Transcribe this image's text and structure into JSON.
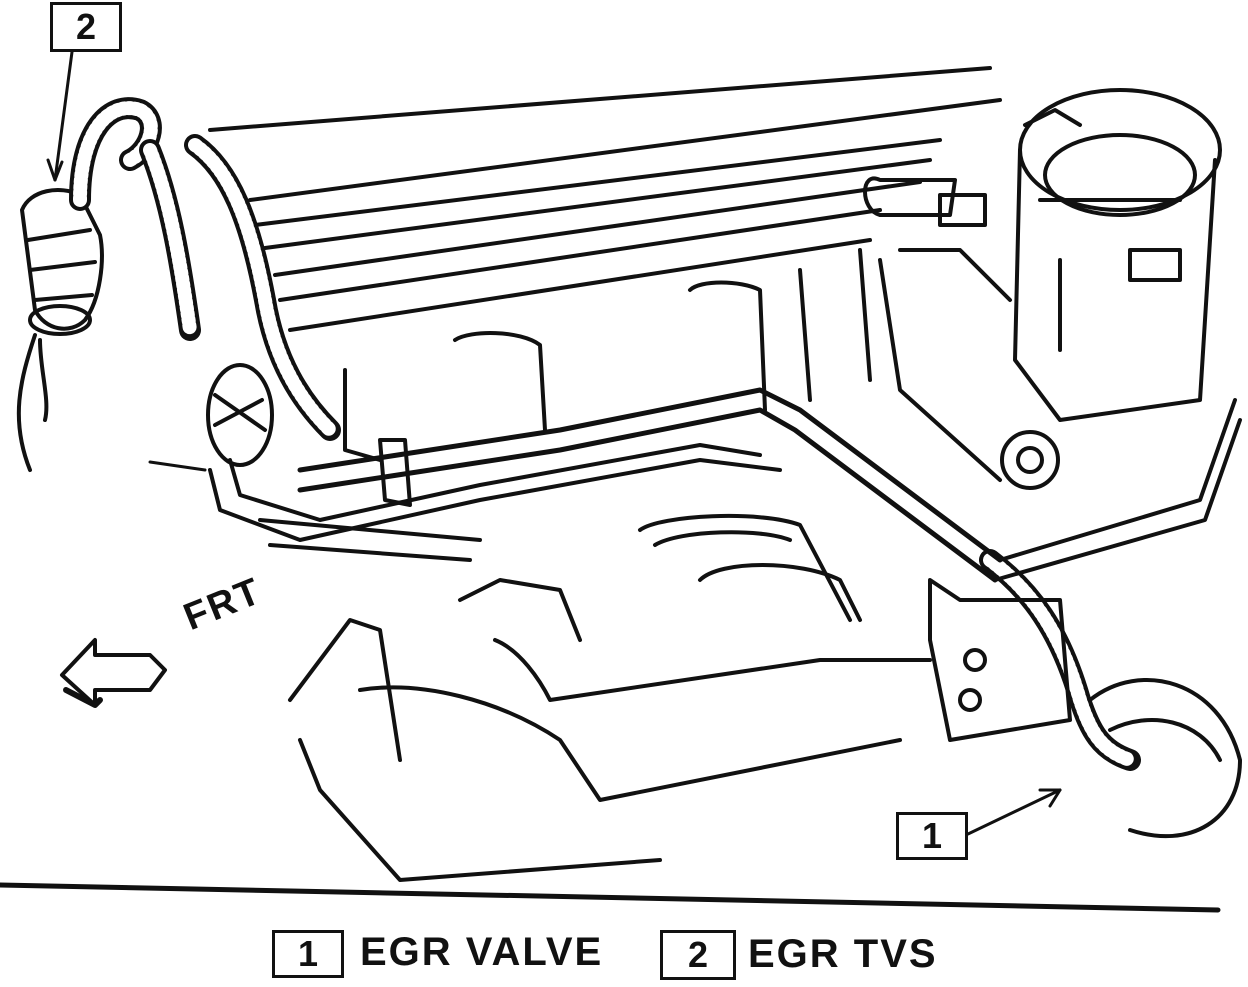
{
  "callouts": {
    "egr_valve_number": "1",
    "egr_tvs_number": "2"
  },
  "direction_label": "FRT",
  "legend": {
    "item1_number": "1",
    "item1_label": "EGR VALVE",
    "item2_number": "2",
    "item2_label": "EGR TVS"
  },
  "colors": {
    "ink": "#111111",
    "paper": "#ffffff"
  }
}
